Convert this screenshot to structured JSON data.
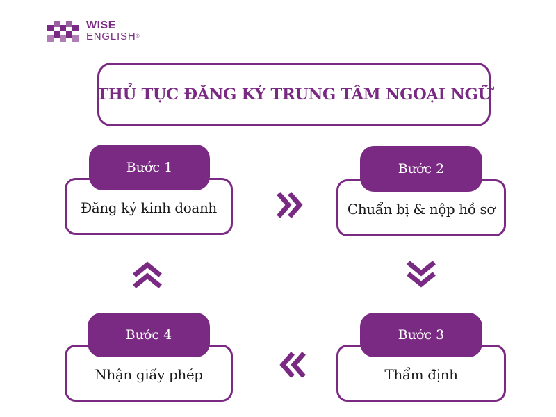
{
  "brand": {
    "line1": "WISE",
    "line2": "ENGLISH",
    "registered": "®",
    "accent_color": "#7a2a82"
  },
  "title": "THỦ TỤC ĐĂNG KÝ TRUNG TÂM NGOẠI NGỮ",
  "steps": [
    {
      "label": "Bước 1",
      "text": "Đăng ký kinh doanh"
    },
    {
      "label": "Bước 2",
      "text": "Chuẩn bị & nộp hồ sơ"
    },
    {
      "label": "Bước 3",
      "text": "Thẩm định"
    },
    {
      "label": "Bước 4",
      "text": "Nhận giấy phép"
    }
  ],
  "flow": [
    {
      "from": "Bước 1",
      "to": "Bước 2",
      "icon": "double-chevron-right-icon"
    },
    {
      "from": "Bước 2",
      "to": "Bước 3",
      "icon": "double-chevron-down-icon"
    },
    {
      "from": "Bước 3",
      "to": "Bước 4",
      "icon": "double-chevron-left-icon"
    },
    {
      "from": "Bước 4",
      "to": "Bước 1",
      "icon": "double-chevron-up-icon"
    }
  ]
}
